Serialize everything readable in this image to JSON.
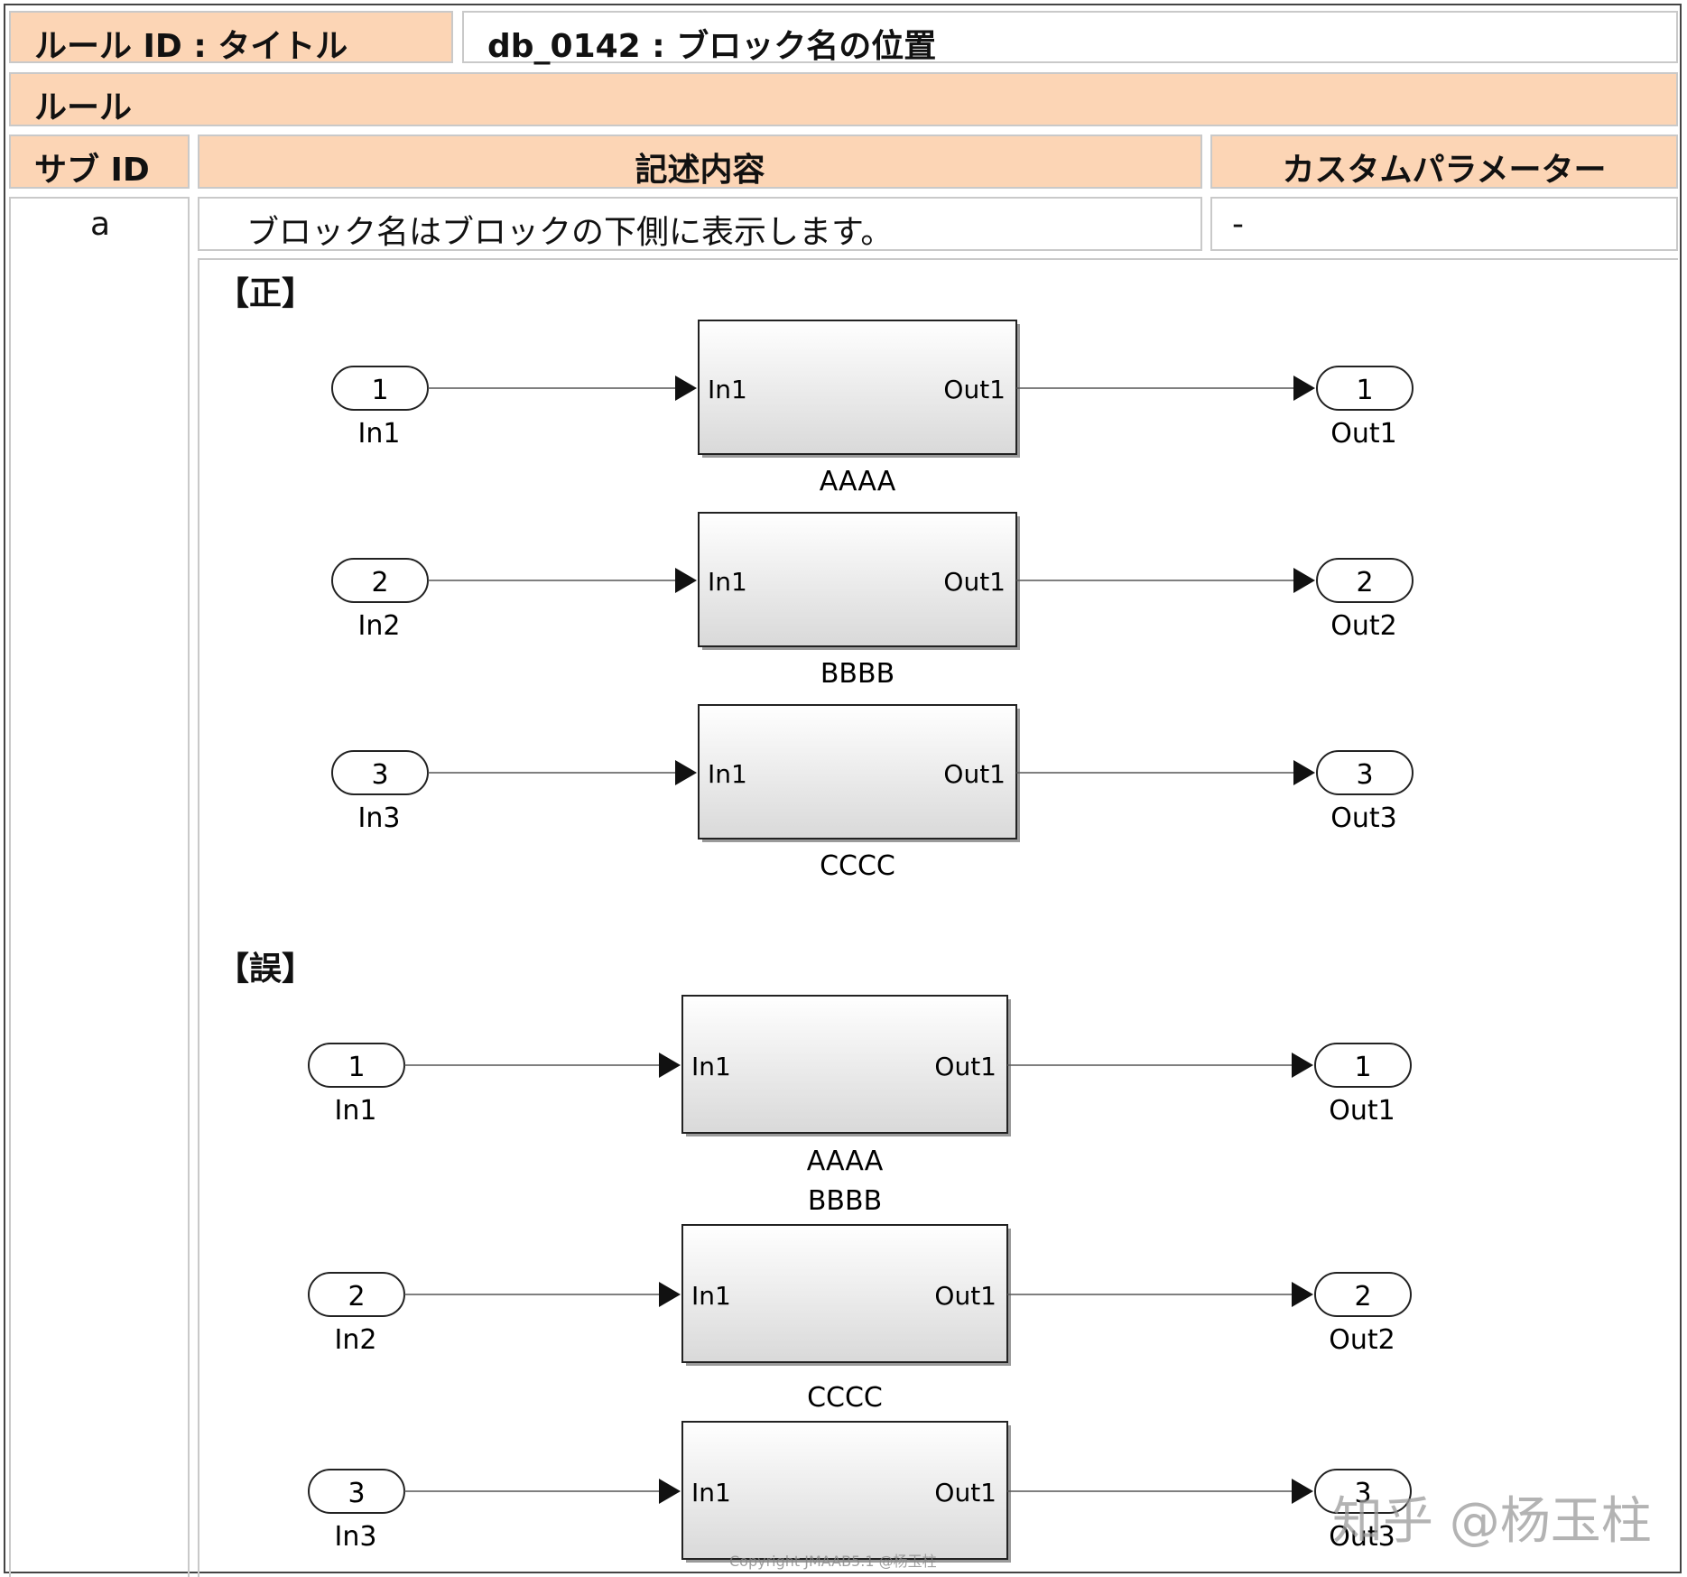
{
  "header": {
    "rule_id_label": "ルール ID : タイトル",
    "rule_id_value": "db_0142 : ブロック名の位置",
    "rule_label": "ルール",
    "col_subid": "サブ ID",
    "col_description": "記述内容",
    "col_custom_param": "カスタムパラメーター"
  },
  "row": {
    "sub_id": "a",
    "description": "ブロック名はブロックの下側に表示します。",
    "custom_param": "-"
  },
  "sections": {
    "correct_label": "【正】",
    "wrong_label": "【誤】"
  },
  "correct_rows": [
    {
      "in_num": "1",
      "in_name": "In1",
      "block_in": "In1",
      "block_out": "Out1",
      "block_name": "AAAA",
      "out_num": "1",
      "out_name": "Out1"
    },
    {
      "in_num": "2",
      "in_name": "In2",
      "block_in": "In1",
      "block_out": "Out1",
      "block_name": "BBBB",
      "out_num": "2",
      "out_name": "Out2"
    },
    {
      "in_num": "3",
      "in_name": "In3",
      "block_in": "In1",
      "block_out": "Out1",
      "block_name": "CCCC",
      "out_num": "3",
      "out_name": "Out3"
    }
  ],
  "wrong_rows": [
    {
      "in_num": "1",
      "in_name": "In1",
      "block_in": "In1",
      "block_out": "Out1",
      "block_name": "AAAA",
      "out_num": "1",
      "out_name": "Out1"
    },
    {
      "in_num": "2",
      "in_name": "In2",
      "block_in": "In1",
      "block_out": "Out1",
      "block_name": "BBBB",
      "out_num": "2",
      "out_name": "Out2"
    },
    {
      "in_num": "3",
      "in_name": "In3",
      "block_in": "In1",
      "block_out": "Out1",
      "block_name": "CCCC",
      "out_num": "3",
      "out_name": "Out3"
    }
  ],
  "watermark": {
    "text": "知乎 @杨玉柱",
    "copyright": "Copyright    JMAAB5.1 @杨玉柱"
  }
}
